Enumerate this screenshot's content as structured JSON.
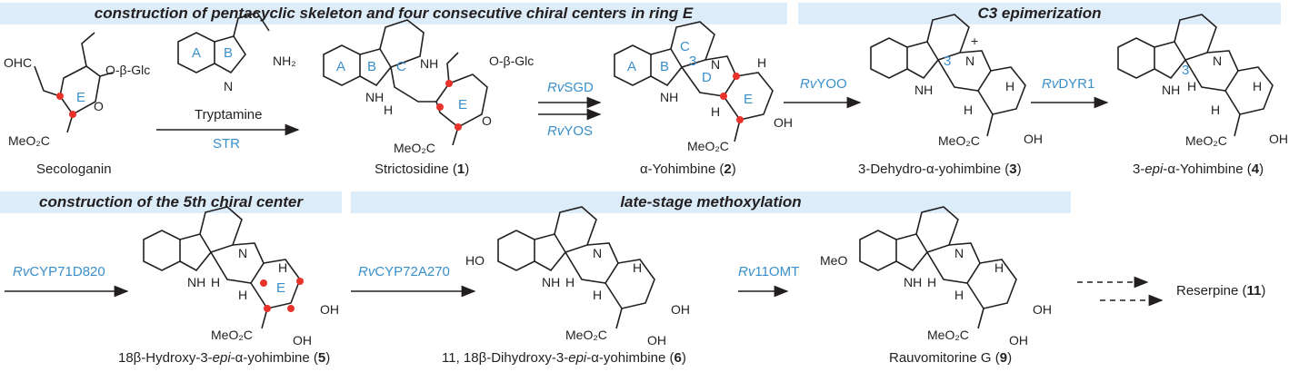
{
  "banners": {
    "b1": "construction of pentacyclic skeleton and four consecutive chiral centers in ring E",
    "b2": "C3 epimerization",
    "b3": "construction of the 5th chiral center",
    "b4": "late-stage methoxylation"
  },
  "enzymes": {
    "str": "STR",
    "tryptamine": "Tryptamine",
    "sgd_pre": "Rv",
    "sgd": "SGD",
    "yos_pre": "Rv",
    "yos": "YOS",
    "yoo_pre": "Rv",
    "yoo": "YOO",
    "dyr1_pre": "Rv",
    "dyr1": "DYR1",
    "cyp71_pre": "Rv",
    "cyp71": "CYP71D820",
    "cyp72_pre": "Rv",
    "cyp72": "CYP72A270",
    "omt_pre": "Rv",
    "omt": "11OMT"
  },
  "compounds": {
    "secologanin": "Secologanin",
    "strictosidine": "Strictosidine",
    "strictosidine_no": "1",
    "a_yohimbine": "α-Yohimbine",
    "a_yohimbine_no": "2",
    "dehydro": "3-Dehydro-α-yohimbine",
    "dehydro_no": "3",
    "epi_pre": "3-",
    "epi_it": "epi",
    "epi_post": "-α-Yohimbine",
    "epi_no": "4",
    "c5_pre": "18β-Hydroxy-3-",
    "c5_it": "epi",
    "c5_post": "-α-yohimbine",
    "c5_no": "5",
    "c6_pre": "11, 18β-Dihydroxy-3-",
    "c6_it": "epi",
    "c6_post": "-α-yohimbine",
    "c6_no": "6",
    "rauvo": "Rauvomitorine G",
    "rauvo_no": "9",
    "reserpine": "Reserpine",
    "reserpine_no": "11"
  },
  "atoms": {
    "ohc": "OHC",
    "oglc": "O-β-Glc",
    "o": "O",
    "meo2c": "MeO₂C",
    "nh2": "NH₂",
    "nh": "NH",
    "n": "N",
    "h": "H",
    "hn": "N",
    "oh": "OH",
    "ho": "HO",
    "meo": "MeO",
    "plus": "+",
    "c3": "3"
  },
  "ring_labels": {
    "a": "A",
    "b": "B",
    "c": "C",
    "d": "D",
    "e": "E"
  },
  "colors": {
    "accent": "#3a8fc9",
    "banner_bg": "#dcecf8",
    "chiral_dot": "#e8322c",
    "ink": "#231f20"
  }
}
